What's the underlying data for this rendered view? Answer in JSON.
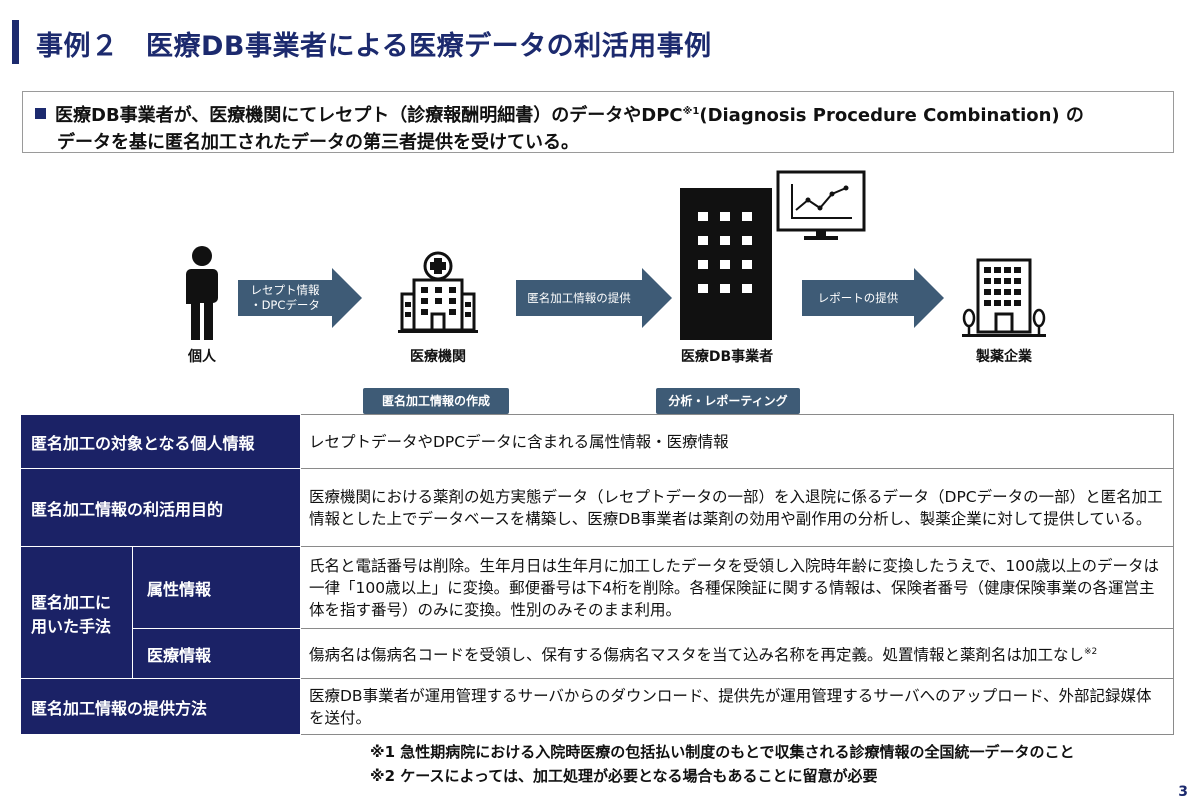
{
  "title": "事例２　医療DB事業者による医療データの利活用事例",
  "summary": {
    "line1_a": "医療DB事業者が、医療機関にてレセプト（診療報酬明細書）のデータやDPC",
    "line1_sup": "※1",
    "line1_b": "(Diagnosis Procedure Combination) の",
    "line2": "データを基に匿名加工されたデータの第三者提供を受けている。"
  },
  "diagram": {
    "actors": {
      "individual": "個人",
      "hospital": "医療機関",
      "db_operator": "医療DB事業者",
      "pharma": "製薬企業"
    },
    "arrows": {
      "a1_line1": "レセプト情報",
      "a1_line2": "・DPCデータ",
      "a2": "匿名加工情報の提供",
      "a3": "レポートの提供"
    },
    "pills": {
      "creation": "匿名加工情報の作成",
      "analysis": "分析・レポーティング"
    }
  },
  "table": {
    "row1": {
      "header": "匿名加工の対象となる個人情報",
      "content": "レセプトデータやDPCデータに含まれる属性情報・医療情報"
    },
    "row2": {
      "header": "匿名加工情報の利活用目的",
      "content": "医療機関における薬剤の処方実態データ（レセプトデータの一部）を入退院に係るデータ（DPCデータの一部）と匿名加工情報とした上でデータベースを構築し、医療DB事業者は薬剤の効用や副作用の分析し、製薬企業に対して提供している。"
    },
    "method_header_line1": "匿名加工に",
    "method_header_line2": "用いた手法",
    "row3": {
      "header": "属性情報",
      "content": "氏名と電話番号は削除。生年月日は生年月に加工したデータを受領し入院時年齢に変換したうえで、100歳以上のデータは一律「100歳以上」に変換。郵便番号は下4桁を削除。各種保険証に関する情報は、保険者番号（健康保険事業の各運営主体を指す番号）のみに変換。性別のみそのまま利用。"
    },
    "row4": {
      "header": "医療情報",
      "content": "傷病名は傷病名コードを受領し、保有する傷病名マスタを当て込み名称を再定義。処置情報と薬剤名は加工なし",
      "sup": "※2"
    },
    "row5": {
      "header": "匿名加工情報の提供方法",
      "content": "医療DB事業者が運用管理するサーバからのダウンロード、提供先が運用管理するサーバへのアップロード、外部記録媒体を送付。"
    }
  },
  "notes": {
    "n1": "※1 急性期病院における入院時医療の包括払い制度のもとで収集される診療情報の全国統一データのこと",
    "n2": "※2 ケースによっては、加工処理が必要となる場合もあることに留意が必要"
  },
  "page_number": "3",
  "colors": {
    "navy": "#1b2266",
    "arrow": "#3e5b76"
  }
}
